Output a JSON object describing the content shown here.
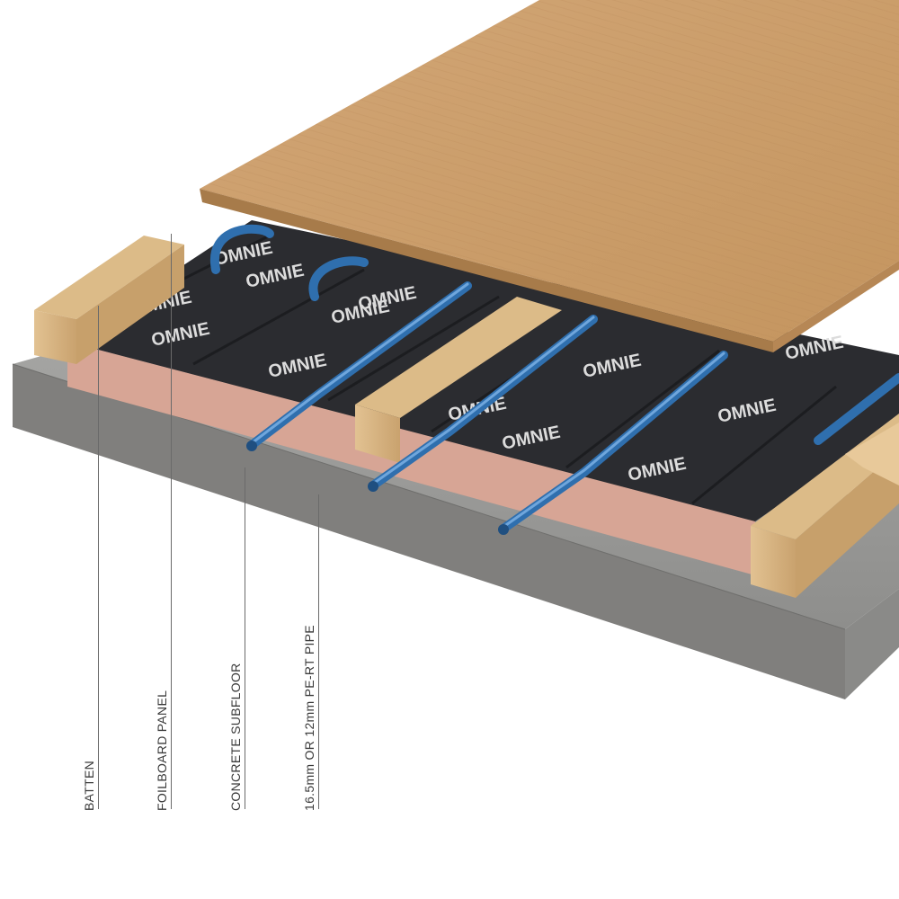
{
  "diagram": {
    "brand_text": "OMNIE",
    "labels": {
      "batten": "BATTEN",
      "foilboard_panel": "FOILBOARD PANEL",
      "concrete_subfloor": "CONCRETE SUBFLOOR",
      "pipe": "16.5mm OR 12mm PE-RT PIPE"
    },
    "colors": {
      "concrete": "#9a9a98",
      "insulation_edge": "#d9a999",
      "foil": "#2c2d31",
      "batten": "#d8b785",
      "floorboard": "#cfa271",
      "pipe": "#2f6fae"
    }
  }
}
